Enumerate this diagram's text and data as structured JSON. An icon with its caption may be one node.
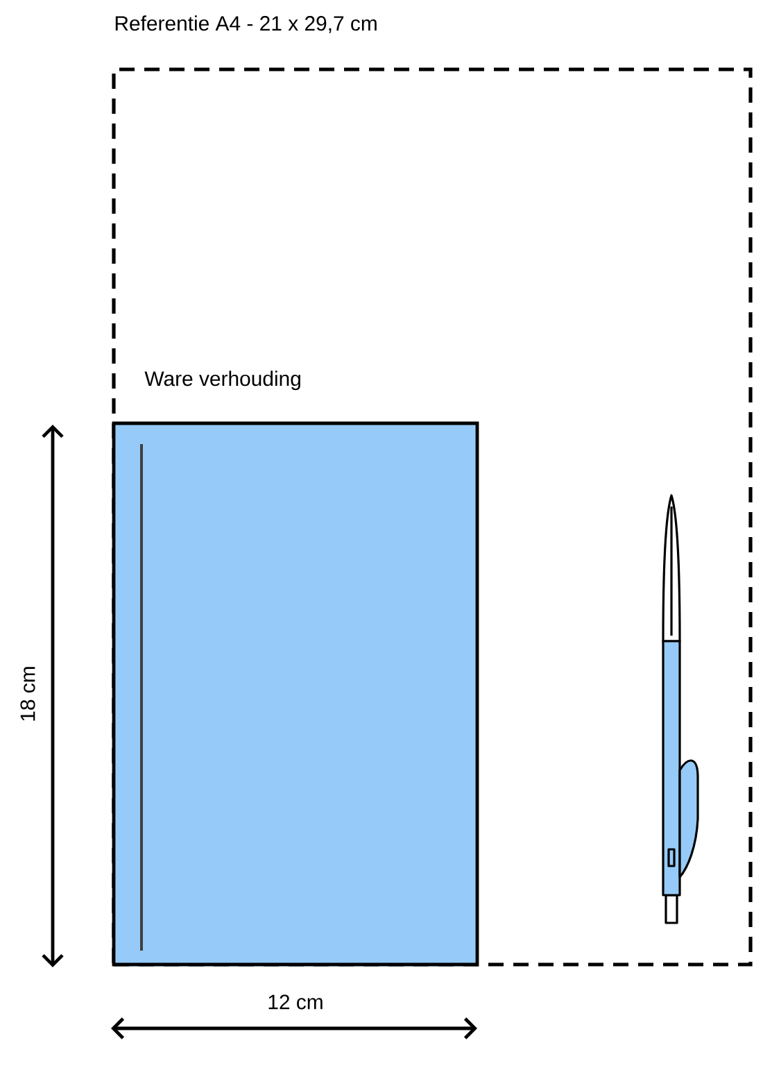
{
  "diagram": {
    "nodes": [
      {
        "text": [
          "Referentie A4 - 21 x 29,7 cm"
        ]
      },
      {
        "text": [
          "Ware verhouding"
        ],
        "in": 0
      }
    ],
    "labels": [
      "18 cm",
      "12 cm"
    ]
  }
}
